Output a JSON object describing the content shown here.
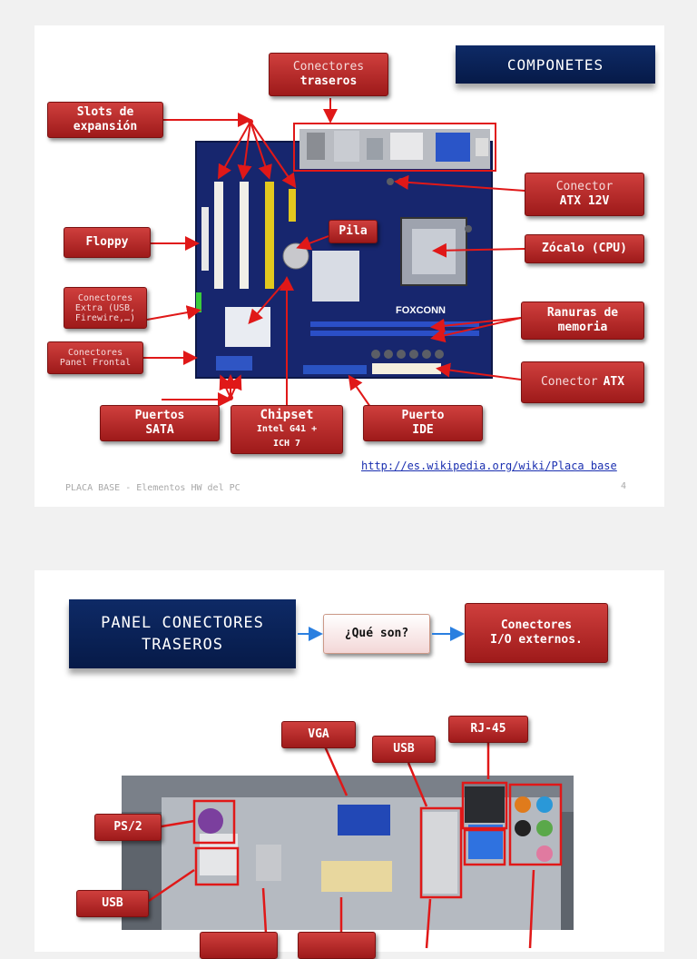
{
  "slide1": {
    "title": "COMPONETES",
    "labels": {
      "rear_connectors_l1": "Conectores",
      "rear_connectors_l2": "traseros",
      "slots_l1": "Slots de",
      "slots_l2": "expansión",
      "floppy": "Floppy",
      "pila": "Pila",
      "extra_l1": "Conectores",
      "extra_l2": "Extra (USB,",
      "extra_l3": "Firewire,…)",
      "front_l1": "Conectores",
      "front_l2": "Panel Frontal",
      "atx12v_l1": "Conector",
      "atx12v_l2": "ATX 12V",
      "socket": "Zócalo (CPU)",
      "memory_l1": "Ranuras de",
      "memory_l2": "memoria",
      "atx_l1": "Conector",
      "atx_l2": "ATX",
      "sata_l1": "Puertos",
      "sata_l2": "SATA",
      "chipset_l1": "Chipset",
      "chipset_l2": "Intel G41 +",
      "chipset_l3": "ICH 7",
      "ide_l1": "Puerto",
      "ide_l2": "IDE"
    },
    "board_brand": "FOXCONN",
    "link": "http://es.wikipedia.org/wiki/Placa base",
    "footer": "PLACA BASE - Elementos HW del PC",
    "page_number": "4"
  },
  "slide2": {
    "title_l1": "PANEL CONECTORES",
    "title_l2": "TRASEROS",
    "question": "¿Qué son?",
    "answer_l1": "Conectores",
    "answer_l2": "I/O externos.",
    "labels": {
      "vga": "VGA",
      "rj45": "RJ-45",
      "usb_top": "USB",
      "ps2": "PS/2",
      "usb_left": "USB"
    }
  },
  "colors": {
    "label_red": "#b42525",
    "navy": "#0a2157",
    "arrow_red": "#e01818",
    "arrow_blue": "#2a7fe0"
  }
}
